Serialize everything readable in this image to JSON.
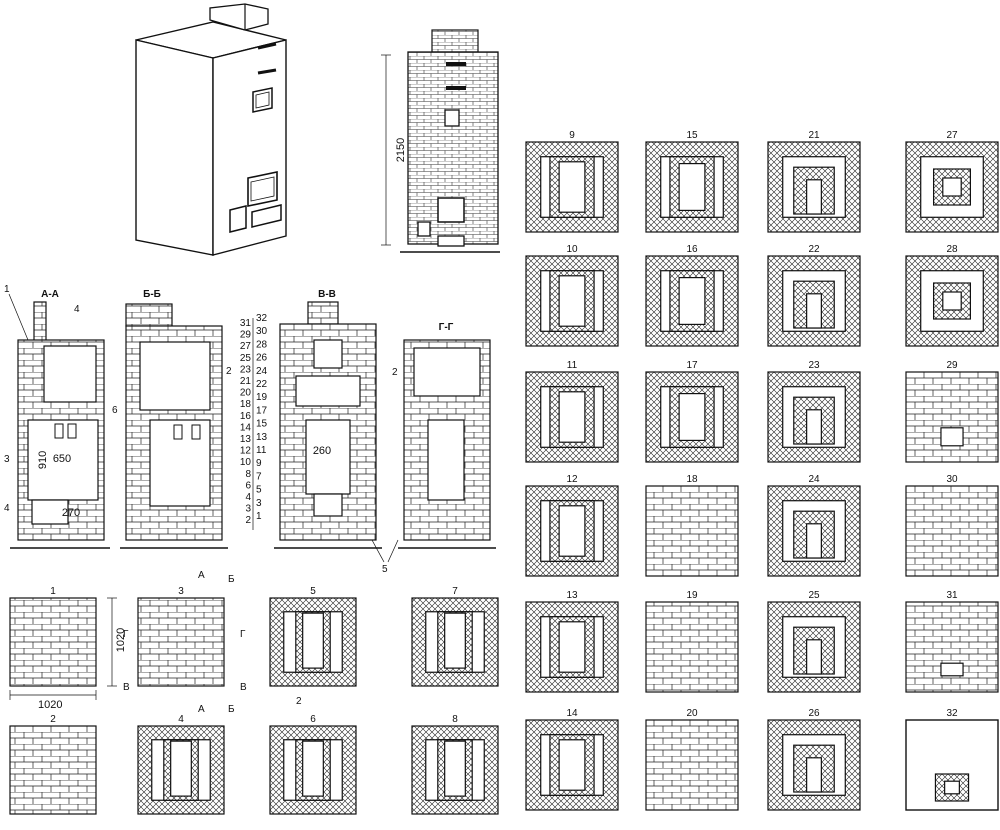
{
  "views": {
    "sections": [
      {
        "id": "aa",
        "label": "А-А"
      },
      {
        "id": "bb",
        "label": "Б-Б"
      },
      {
        "id": "vv",
        "label": "В-В"
      },
      {
        "id": "gg",
        "label": "Г-Г"
      }
    ],
    "callouts": {
      "c1": "1",
      "c2": "2",
      "c3": "3",
      "c4": "4",
      "c5": "5",
      "c6": "6"
    },
    "dimensions": {
      "height": "2150",
      "d910": "910",
      "d650": "650",
      "d270": "270",
      "d260": "260",
      "plan_w": "1020",
      "plan_h": "1020"
    },
    "row_scale_left": [
      "31",
      "29",
      "27",
      "25",
      "23",
      "21",
      "20",
      "18",
      "16",
      "14",
      "13",
      "12",
      "10",
      "8",
      "6",
      "4",
      "3",
      "2"
    ],
    "row_scale_right": [
      "32",
      "30",
      "28",
      "26",
      "24",
      "22",
      "19",
      "17",
      "15",
      "13",
      "11",
      "9",
      "7",
      "5",
      "3",
      "1"
    ],
    "plan_markers": {
      "a": "А",
      "b": "Б",
      "v": "В",
      "g": "Г"
    },
    "course_plans_left": [
      {
        "num": "1",
        "kind": "brick",
        "door": "none"
      },
      {
        "num": "3",
        "kind": "brick",
        "door": "ash"
      },
      {
        "num": "5",
        "kind": "fire",
        "door": "grate"
      },
      {
        "num": "7",
        "kind": "ring",
        "door": "ash"
      },
      {
        "num": "2",
        "kind": "brick",
        "door": "ash"
      },
      {
        "num": "4",
        "kind": "ring2",
        "door": "ash"
      },
      {
        "num": "6",
        "kind": "fire",
        "door": "fire"
      },
      {
        "num": "8",
        "kind": "ring",
        "door": "ash"
      }
    ],
    "course_plans_grid": [
      "9",
      "15",
      "21",
      "27",
      "10",
      "16",
      "22",
      "28",
      "11",
      "17",
      "23",
      "29",
      "12",
      "18",
      "24",
      "30",
      "13",
      "19",
      "25",
      "31",
      "14",
      "20",
      "26",
      "32"
    ]
  }
}
